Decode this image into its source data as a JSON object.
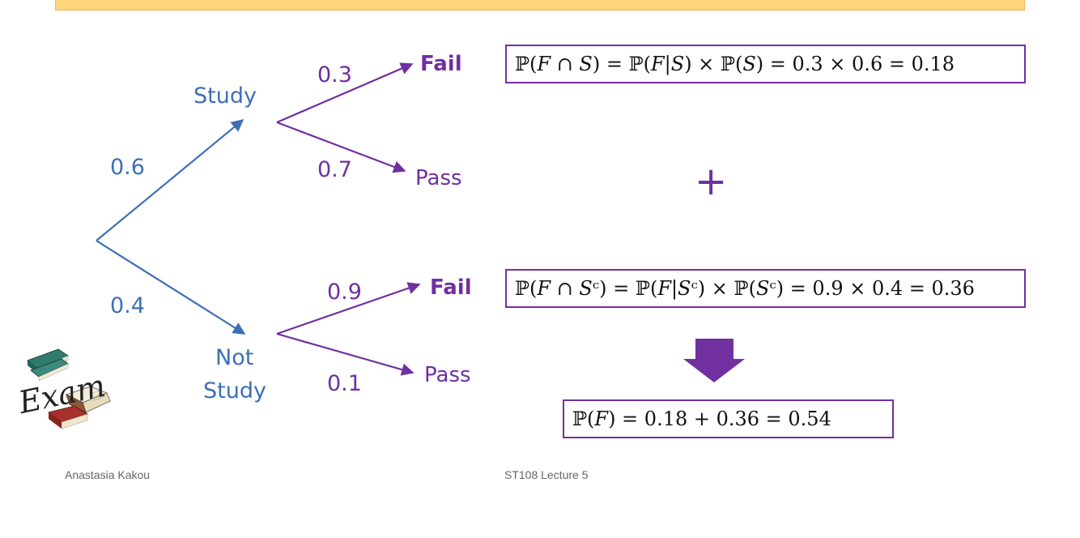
{
  "tree": {
    "study": "Study",
    "not_study_line1": "Not",
    "not_study_line2": "Study",
    "p_study": "0.6",
    "p_not_study": "0.4",
    "p_fail_given_study": "0.3",
    "p_pass_given_study": "0.7",
    "p_fail_given_not_study": "0.9",
    "p_pass_given_not_study": "0.1",
    "fail": "Fail",
    "pass": "Pass"
  },
  "formulas": {
    "f_and_s": "ℙ(𝐹 ∩ 𝑆) = ℙ(𝐹|𝑆) × ℙ(𝑆) = 0.3 × 0.6 = 0.18",
    "plus": "+",
    "f_and_sc": "ℙ(𝐹 ∩ 𝑆ᶜ) = ℙ(𝐹|𝑆ᶜ) × ℙ(𝑆ᶜ) = 0.9 × 0.4 = 0.36",
    "total": "ℙ(𝐹) = 0.18 +  0.36 = 0.54"
  },
  "logo_text": "Exam",
  "footer": {
    "author": "Anastasia Kakou",
    "lecture": "ST108 Lecture 5"
  },
  "colors": {
    "blue": "#3d6fb6",
    "purple": "#7030a0",
    "banner": "#fdd57a"
  }
}
